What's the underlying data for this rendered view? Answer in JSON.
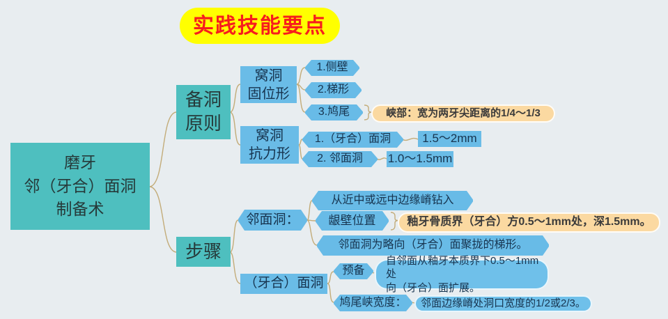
{
  "title": "实践技能要点",
  "root": {
    "label": "磨牙\n邻（牙合）面洞\n制备术"
  },
  "principles": {
    "label": "备洞\n原则",
    "retention": {
      "label": "窝洞\n固位形",
      "item1": "1.侧壁",
      "item2": "2.梯形",
      "item3": "3.鸠尾",
      "isthmus_note": "峡部：宽为两牙尖距离的1/4～1/3"
    },
    "resistance": {
      "label": "窝洞\n抗力形",
      "item1": "1.（牙合）面洞",
      "depth1": "1.5～2mm",
      "item2": "2. 邻面洞",
      "depth2": "1.0～1.5mm"
    }
  },
  "steps": {
    "label": "步骤",
    "proximal": {
      "label": "邻面洞：",
      "entry": "从近中或远中边缘嵴钻入",
      "gingival_label": "龈壁位置",
      "gingival_note": "釉牙骨质界（牙合）方0.5～1mm处，深1.5mm。",
      "shape_note": "邻面洞为略向（牙合）面聚拢的梯形。"
    },
    "occlusal": {
      "label": "（牙合）面洞",
      "prepare_label": "预备",
      "prepare_note": "自邻面从釉牙本质界下0.5～1mm处\n向（牙合）面扩展。",
      "isthmus_label": "鸠尾峡宽度：",
      "isthmus_note": "邻面边缘嵴处洞口宽度的1/2或2/3。"
    }
  },
  "colors": {
    "teal": "#4ebfbf",
    "blue": "#68bbe7",
    "orange": "#fbd9a1",
    "yellow": "#ffff00",
    "red_text": "#f71d1d",
    "background": "#e8edf0",
    "connector": "#c3ac79"
  }
}
